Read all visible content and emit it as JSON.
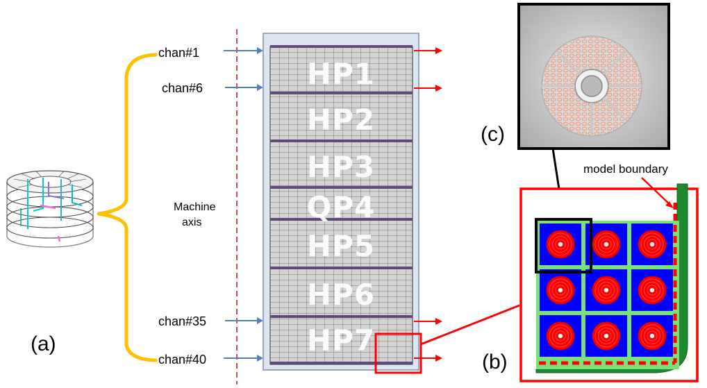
{
  "coil_blocks": [
    "HP1",
    "HP2",
    "HP3",
    "QP4",
    "HP5",
    "HP6",
    "HP7"
  ],
  "channels": [
    "chan#1",
    "chan#6",
    "chan#35",
    "chan#40"
  ],
  "axis_label": {
    "line1": "Machine",
    "line2": "axis"
  },
  "panels": {
    "a": "(a)",
    "b": "(b)",
    "c": "(c)"
  },
  "boundary_label": "model boundary",
  "colors": {
    "bracket": "#FFC000",
    "inlet_arrow": "#4F81BD",
    "outlet_arrow": "#FF0000",
    "axis_line": "#C0504D",
    "frame_fill": "#DCE6F2",
    "grid_fill": "#D0D0D0",
    "separator": "#604A7B",
    "conductor_blue": "#0000FF",
    "conductor_red": "#FF0000",
    "coolant_green": "#33CC33"
  }
}
